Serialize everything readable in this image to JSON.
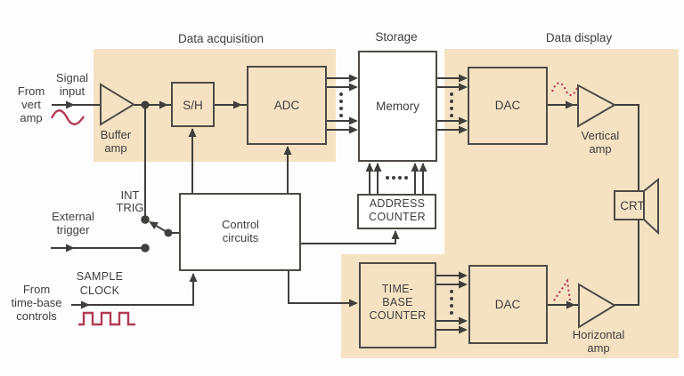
{
  "titles": {
    "acquisition": "Data acquisition",
    "storage": "Storage",
    "display": "Data display"
  },
  "blocks": {
    "buffer_amp": [
      "Buffer",
      "amp"
    ],
    "sample_hold": "S/H",
    "adc": "ADC",
    "memory": "Memory",
    "address_counter": [
      "ADDRESS",
      "COUNTER"
    ],
    "control_circuits": [
      "Control",
      "circuits"
    ],
    "timebase_counter": [
      "TIME-",
      "BASE",
      "COUNTER"
    ],
    "dac_vertical": "DAC",
    "dac_horizontal": "DAC",
    "vertical_amp": [
      "Vertical",
      "amp"
    ],
    "horizontal_amp": [
      "Horizontal",
      "amp"
    ],
    "crt": "CRT"
  },
  "labels": {
    "from_vert_amp": [
      "From",
      "vert",
      "amp"
    ],
    "signal_input": [
      "Signal",
      "input"
    ],
    "int_trig": [
      "INT",
      "TRIG"
    ],
    "external_trigger": [
      "External",
      "trigger"
    ],
    "sample_clock": [
      "SAMPLE",
      "CLOCK"
    ],
    "from_timebase": [
      "From",
      "time-base",
      "controls"
    ]
  },
  "icons": {
    "input_waveform": "sine-wave",
    "sample_clock_waveform": "square-wave",
    "vertical_dac_output_waveform": "dotted-sine-wave",
    "horizontal_dac_output_waveform": "dotted-ramp-wave"
  },
  "colors": {
    "background": "#fdfdfd",
    "panel": "#f5e2c2",
    "line": "#3f3e3c",
    "box_border": "#4d4a45",
    "box_white": "#ffffff",
    "text": "#3e3e3e",
    "waveform": "#b23a56"
  }
}
